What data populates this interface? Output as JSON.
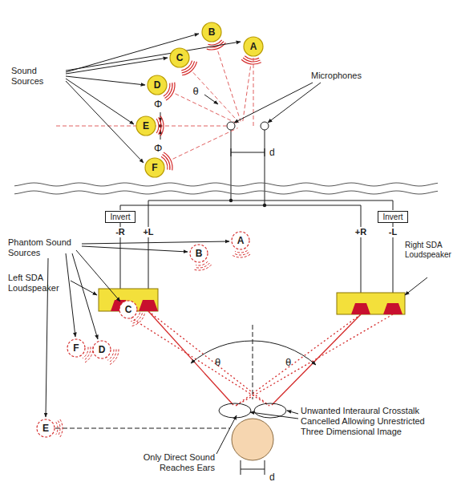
{
  "diagram": {
    "nodes": [
      {
        "text": [
          "A"
        ]
      },
      {
        "text": [
          "B"
        ]
      },
      {
        "text": [
          "C"
        ]
      },
      {
        "text": [
          "D"
        ]
      },
      {
        "text": [
          "E"
        ]
      },
      {
        "text": [
          "F"
        ]
      },
      {
        "text": [
          "Invert"
        ]
      },
      {
        "text": [
          "Invert"
        ]
      },
      {
        "text": [
          "A"
        ]
      },
      {
        "text": [
          "B"
        ]
      },
      {
        "text": [
          "C"
        ]
      },
      {
        "text": [
          "D"
        ]
      },
      {
        "text": [
          "E"
        ]
      },
      {
        "text": [
          "F"
        ]
      }
    ],
    "labels": [
      "Sound Sources",
      "Microphones",
      "θ",
      "Φ",
      "Φ",
      "d",
      "Phantom Sound Sources",
      "Left SDA Loudspeaker",
      "-R",
      "+L",
      "+R",
      "-L",
      "Right SDA Loudspeaker",
      "θ",
      "θ",
      "Unwanted Interaural Crosstalk Cancelled Allowing Unrestricted Three Dimensional Image",
      "Only Direct Sound Reaches Ears",
      "d"
    ]
  }
}
